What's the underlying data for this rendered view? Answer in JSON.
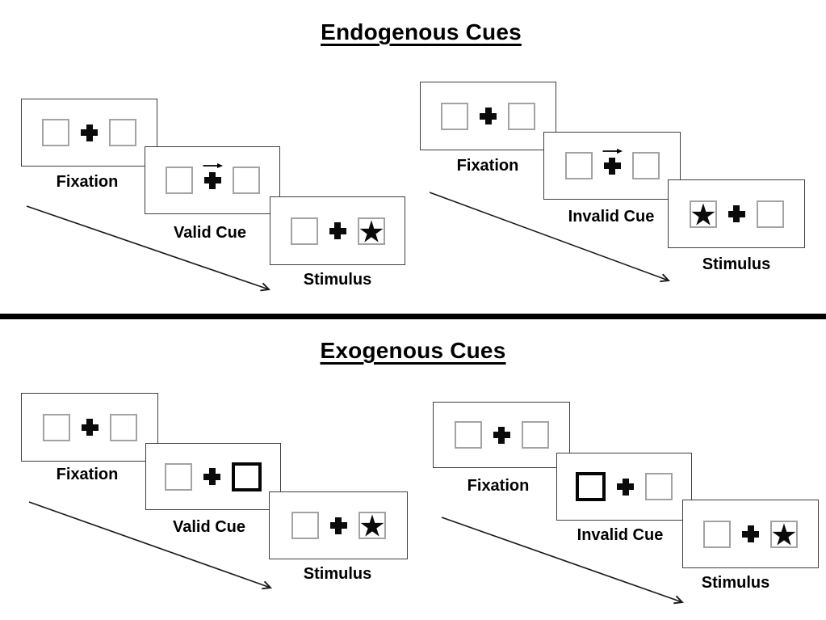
{
  "sections": [
    {
      "title": "Endogenous Cues",
      "cue_style": "central-arrow",
      "trials": [
        {
          "name": "valid",
          "frames": [
            {
              "label": "Fixation",
              "type": "fixation"
            },
            {
              "label": "Valid Cue",
              "type": "cue",
              "cue_direction": "right"
            },
            {
              "label": "Stimulus",
              "type": "stimulus",
              "target_side": "right"
            }
          ]
        },
        {
          "name": "invalid",
          "frames": [
            {
              "label": "Fixation",
              "type": "fixation"
            },
            {
              "label": "Invalid Cue",
              "type": "cue",
              "cue_direction": "right"
            },
            {
              "label": "Stimulus",
              "type": "stimulus",
              "target_side": "left"
            }
          ]
        }
      ]
    },
    {
      "title": "Exogenous Cues",
      "cue_style": "peripheral-thick-box",
      "trials": [
        {
          "name": "valid",
          "frames": [
            {
              "label": "Fixation",
              "type": "fixation"
            },
            {
              "label": "Valid Cue",
              "type": "cue",
              "cue_side": "right"
            },
            {
              "label": "Stimulus",
              "type": "stimulus",
              "target_side": "right"
            }
          ]
        },
        {
          "name": "invalid",
          "frames": [
            {
              "label": "Fixation",
              "type": "fixation"
            },
            {
              "label": "Invalid Cue",
              "type": "cue",
              "cue_side": "left"
            },
            {
              "label": "Stimulus",
              "type": "stimulus",
              "target_side": "right"
            }
          ]
        }
      ]
    }
  ],
  "icons": {
    "fixation_cross": "plus-cross",
    "target": "filled-star",
    "endogenous_cue": "right-arrow",
    "timeline": "diagonal-arrow"
  },
  "colors": {
    "ink": "#000000",
    "panel_border": "#3f3f3f",
    "placeholder_box_border": "#a3a3a3",
    "background": "#ffffff"
  }
}
